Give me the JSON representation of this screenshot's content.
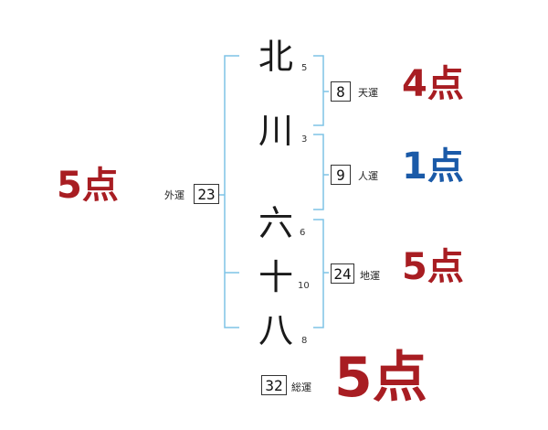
{
  "colors": {
    "bracket": "#7ec3e6",
    "score_red": "#a81d22",
    "score_blue": "#1a5aa8"
  },
  "characters": [
    {
      "char": "北",
      "strokes": "5"
    },
    {
      "char": "川",
      "strokes": "3"
    },
    {
      "char": "六",
      "strokes": "6"
    },
    {
      "char": "十",
      "strokes": "10"
    },
    {
      "char": "八",
      "strokes": "8"
    }
  ],
  "fortunes": {
    "ten": {
      "value": "8",
      "label": "天運",
      "score": "4点"
    },
    "jin": {
      "value": "9",
      "label": "人運",
      "score": "1点"
    },
    "chi": {
      "value": "24",
      "label": "地運",
      "score": "5点"
    },
    "gai": {
      "value": "23",
      "label": "外運",
      "score": "5点"
    },
    "sou": {
      "value": "32",
      "label": "総運",
      "score": "5点"
    }
  }
}
